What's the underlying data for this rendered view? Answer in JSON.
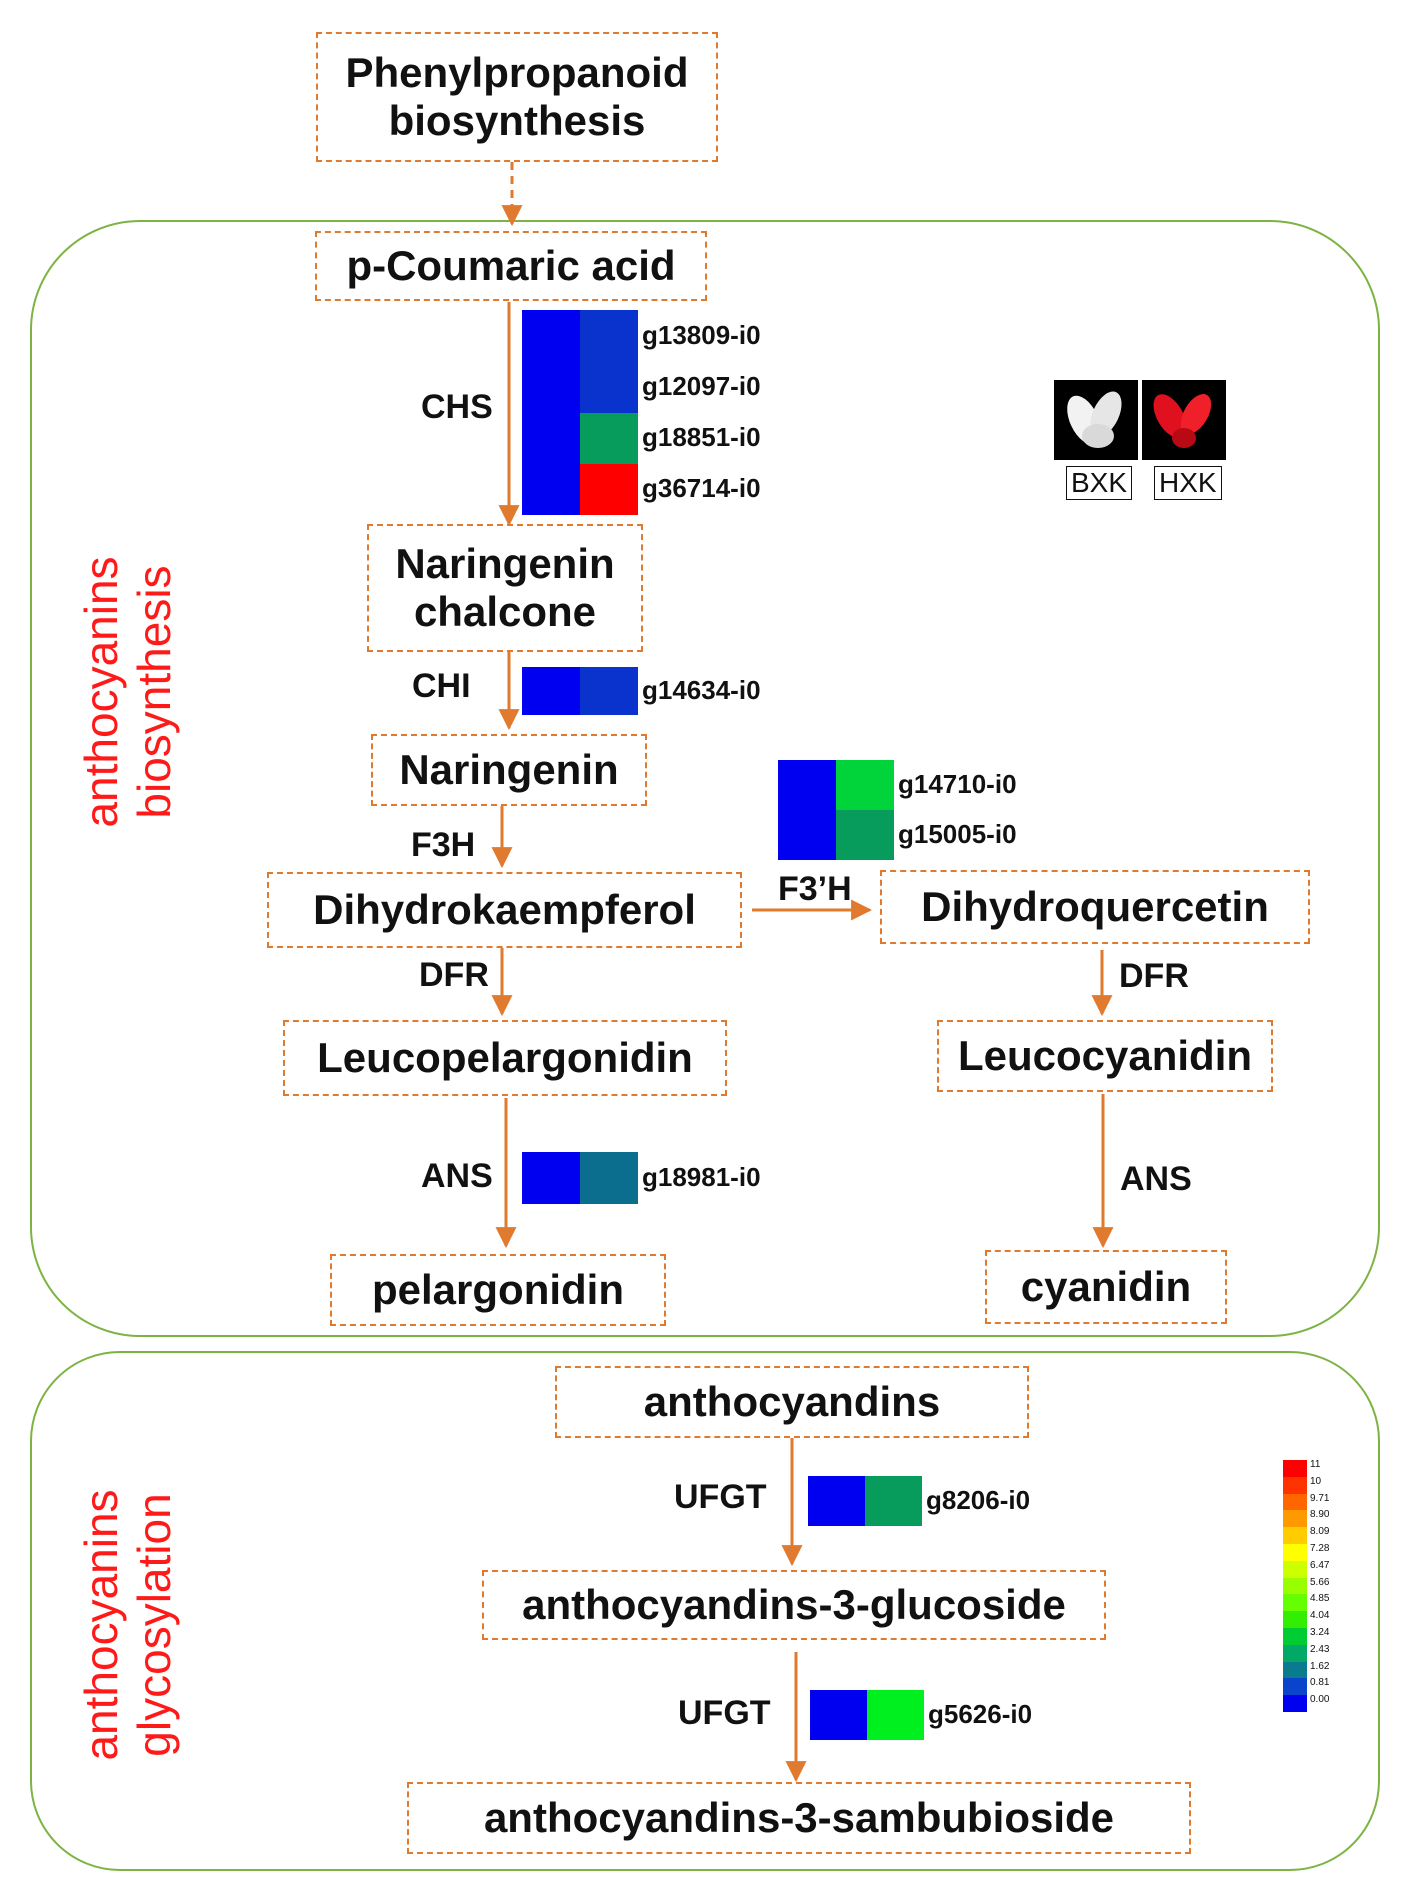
{
  "colors": {
    "node_border": "#e07a2e",
    "arrow": "#e07a2e",
    "panel_border": "#7cb342",
    "side_label": "#ff1a1a"
  },
  "side_labels": {
    "biosynthesis": "anthocyanins\nbiosynthesis",
    "glycosylation": "anthocyanins\nglycosylation"
  },
  "nodes": {
    "phenylpropanoid": "Phenylpropanoid\nbiosynthesis",
    "coumaric": "p-Coumaric acid",
    "naringenin_chalcone": "Naringenin\nchalcone",
    "naringenin": "Naringenin",
    "dihydrokaempferol": "Dihydrokaempferol",
    "dihydroquercetin": "Dihydroquercetin",
    "leucopelargonidin": "Leucopelargonidin",
    "leucocyanidin": "Leucocyanidin",
    "pelargonidin": "pelargonidin",
    "cyanidin": "cyanidin",
    "anthocyandins": "anthocyandins",
    "glucoside": "anthocyandins-3-glucoside",
    "sambubioside": "anthocyandins-3-sambubioside"
  },
  "enzymes": {
    "chs": "CHS",
    "chi": "CHI",
    "f3h": "F3H",
    "f3ph": "F3’H",
    "dfr_left": "DFR",
    "dfr_right": "DFR",
    "ans_left": "ANS",
    "ans_right": "ANS",
    "ufgt1": "UFGT",
    "ufgt2": "UFGT"
  },
  "heatmaps": {
    "chs": [
      {
        "gene": "g13809-i0",
        "colors": [
          "#0000f0",
          "#0a32cc"
        ]
      },
      {
        "gene": "g12097-i0",
        "colors": [
          "#0000f0",
          "#0a32cc"
        ]
      },
      {
        "gene": "g18851-i0",
        "colors": [
          "#0000f0",
          "#079c5c"
        ]
      },
      {
        "gene": "g36714-i0",
        "colors": [
          "#0000f0",
          "#ff0000"
        ]
      }
    ],
    "chi": [
      {
        "gene": "g14634-i0",
        "colors": [
          "#0000f0",
          "#0a32cc"
        ]
      }
    ],
    "f3ph": [
      {
        "gene": "g14710-i0",
        "colors": [
          "#0000f0",
          "#00d43a"
        ]
      },
      {
        "gene": "g15005-i0",
        "colors": [
          "#0000f0",
          "#079c5c"
        ]
      }
    ],
    "ans": [
      {
        "gene": "g18981-i0",
        "colors": [
          "#0000f0",
          "#0b6e8e"
        ]
      }
    ],
    "ufgt1": [
      {
        "gene": "g8206-i0",
        "colors": [
          "#0000f0",
          "#079c5c"
        ]
      }
    ],
    "ufgt2": [
      {
        "gene": "g5626-i0",
        "colors": [
          "#0000f0",
          "#00ef1e"
        ]
      }
    ]
  },
  "samples": {
    "white": "BXK",
    "red": "HXK"
  },
  "legend": {
    "labels": [
      "11",
      "10",
      "9.71",
      "8.90",
      "8.09",
      "7.28",
      "6.47",
      "5.66",
      "4.85",
      "4.04",
      "3.24",
      "2.43",
      "1.62",
      "0.81",
      "0.00"
    ],
    "colors": [
      "#ff0000",
      "#ff3300",
      "#ff6600",
      "#ff9900",
      "#ffcc00",
      "#ffff00",
      "#ccff00",
      "#99ff00",
      "#66ff00",
      "#33ee00",
      "#00cc33",
      "#00aa66",
      "#0a7a8e",
      "#0a44cc",
      "#0000f0"
    ]
  }
}
